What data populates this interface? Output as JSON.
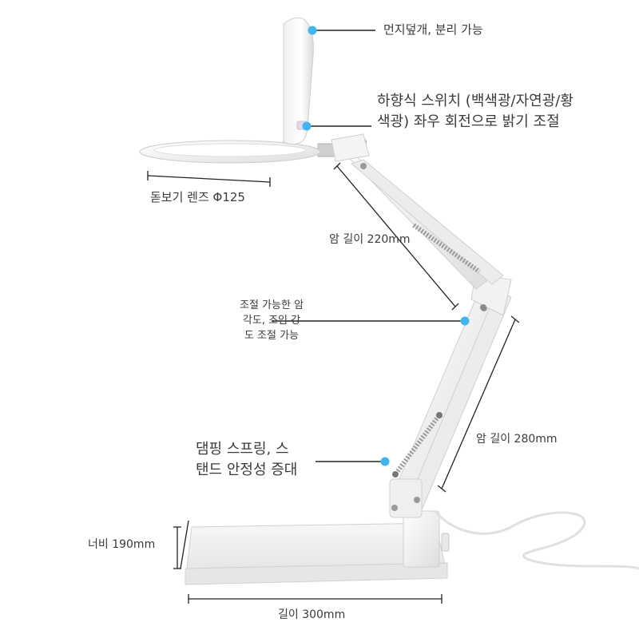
{
  "callouts": {
    "dust_cover": "먼지덮개, 분리 가능",
    "switch_line1": "하향식 스위치 (백색광/자연광/황",
    "switch_line2": "색광) 좌우 회전으로 밝기 조절",
    "lens": "돋보기 렌즈 Φ125",
    "arm_upper": "암 길이 220mm",
    "angle_line1": "조절 가능한 암",
    "angle_line2": "각도, 조임 강",
    "angle_line3": "도 조절 가능",
    "spring_line1": "댐핑 스프링, 스",
    "spring_line2": "탠드 안정성 증대",
    "arm_lower": "암 길이 280mm",
    "base_width": "너비 190mm",
    "base_length": "길이 300mm"
  },
  "colors": {
    "marker": "#3fb6ee",
    "leader": "#222222",
    "lamp_white": "#f3f3f3",
    "lamp_shadow": "#d6d6d6",
    "cable": "#e8e8e8"
  },
  "icons": [
    "callout-dot-marker",
    "dimension-line"
  ]
}
